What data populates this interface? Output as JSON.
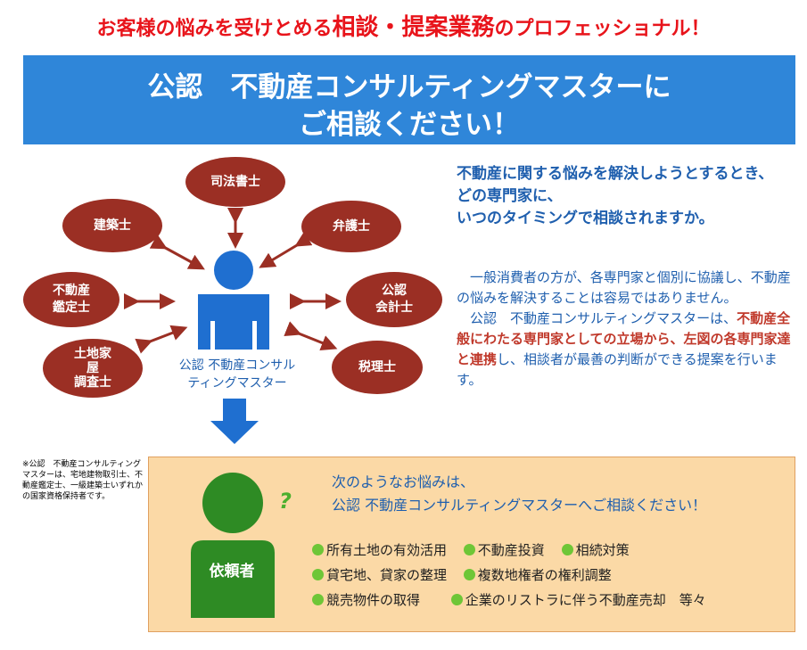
{
  "headline": {
    "part1": "お客様の悩みを受けとめる",
    "part2": "相談・提案業務",
    "part3": "のプロフェッショナル！"
  },
  "banner": {
    "line1": "公認　不動産コンサルティングマスターに",
    "line2": "ご相談ください！"
  },
  "professionals": [
    {
      "label": "司法書士"
    },
    {
      "label": "建築士"
    },
    {
      "label": "弁護士"
    },
    {
      "label": "不動産\n鑑定士"
    },
    {
      "label": "公認\n会計士"
    },
    {
      "label": "土地家\n屋\n調査士"
    },
    {
      "label": "税理士"
    }
  ],
  "consultant": {
    "label": "公認 不動産コンサル\nティングマスター"
  },
  "question": {
    "line1": "不動産に関する悩みを解決しようとするとき、",
    "line2": "どの専門家に、",
    "line3": "いつのタイミングで相談されますか。"
  },
  "body": {
    "p1": "一般消費者の方が、各専門家と個別に協議し、不動産の悩みを解決することは容易ではありません。",
    "p2a": "公認　不動産コンサルティングマスターは、",
    "p2b": "不動産全般にわたる専門家としての立場から、左図の各専門家達と連携",
    "p2c": "し、相談者が最善の判断ができる提案を行います。"
  },
  "footnote": "※公認　不動産コンサルティングマスターは、宅地建物取引士、不動産鑑定士、一級建築士いずれかの国家資格保持者です。",
  "client": {
    "label": "依頼者",
    "mark": "?"
  },
  "panel": {
    "line1": "次のようなお悩みは、",
    "line2": "公認 不動産コンサルティングマスターへご相談ください！",
    "items": [
      "所有土地の有効活用",
      "不動産投資",
      "相続対策",
      "貸宅地、貸家の整理",
      "複数地権者の権利調整",
      "競売物件の取得",
      "企業のリストラに伴う不動産売却　等々"
    ]
  },
  "colors": {
    "red": "#e8141b",
    "banner": "#2f86d9",
    "oval": "#9b2f24",
    "figure": "#1f6fd0",
    "client": "#2e8b24",
    "panel": "#fbd9a6",
    "bullet": "#6ec637"
  }
}
